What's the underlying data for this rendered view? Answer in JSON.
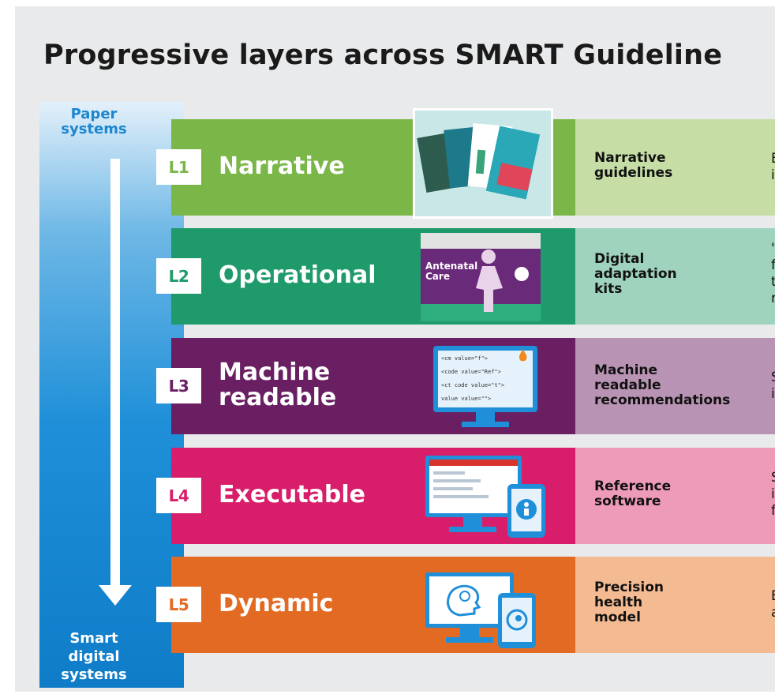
{
  "title": "Progressive layers across SMART Guideline",
  "side": {
    "top_lines": [
      "Paper",
      "systems"
    ],
    "bottom_lines": [
      "Smart",
      "digital",
      "systems"
    ]
  },
  "layers": [
    {
      "code": "L1",
      "name_lines": [
        "Narrative"
      ],
      "desc_lines": [
        "Narrative",
        "guidelines"
      ],
      "clip_lines": [
        "E",
        "i"
      ],
      "color": "#7ab648",
      "light": "#c6dea6"
    },
    {
      "code": "L2",
      "name_lines": [
        "Operational"
      ],
      "desc_lines": [
        "Digital",
        "adaptation",
        "kits"
      ],
      "clip_lines": [
        "'",
        "f",
        "t",
        "r"
      ],
      "color": "#1f9a6a",
      "light": "#9fd3bd"
    },
    {
      "code": "L3",
      "name_lines": [
        "Machine",
        "readable"
      ],
      "desc_lines": [
        "Machine",
        "readable",
        "recommendations"
      ],
      "clip_lines": [
        "S",
        "i"
      ],
      "color": "#6a1f63",
      "light": "#b893b3"
    },
    {
      "code": "L4",
      "name_lines": [
        "Executable"
      ],
      "desc_lines": [
        "Reference",
        "software"
      ],
      "clip_lines": [
        "S",
        "i",
        "f"
      ],
      "color": "#d81e6a",
      "light": "#ee9ab9"
    },
    {
      "code": "L5",
      "name_lines": [
        "Dynamic"
      ],
      "desc_lines": [
        "Precision",
        "health",
        "model"
      ],
      "clip_lines": [
        "E",
        "a"
      ],
      "color": "#e36a22",
      "light": "#f4bb93"
    }
  ],
  "thumbs": {
    "l2_cover_lines": [
      "Antenatal",
      "Care"
    ],
    "l3_code_lines": [
      "<cm value=\"f\">",
      "<code value=\"Ref\">",
      "<ct code value=\"t\">",
      "value value=\"\">"
    ]
  }
}
